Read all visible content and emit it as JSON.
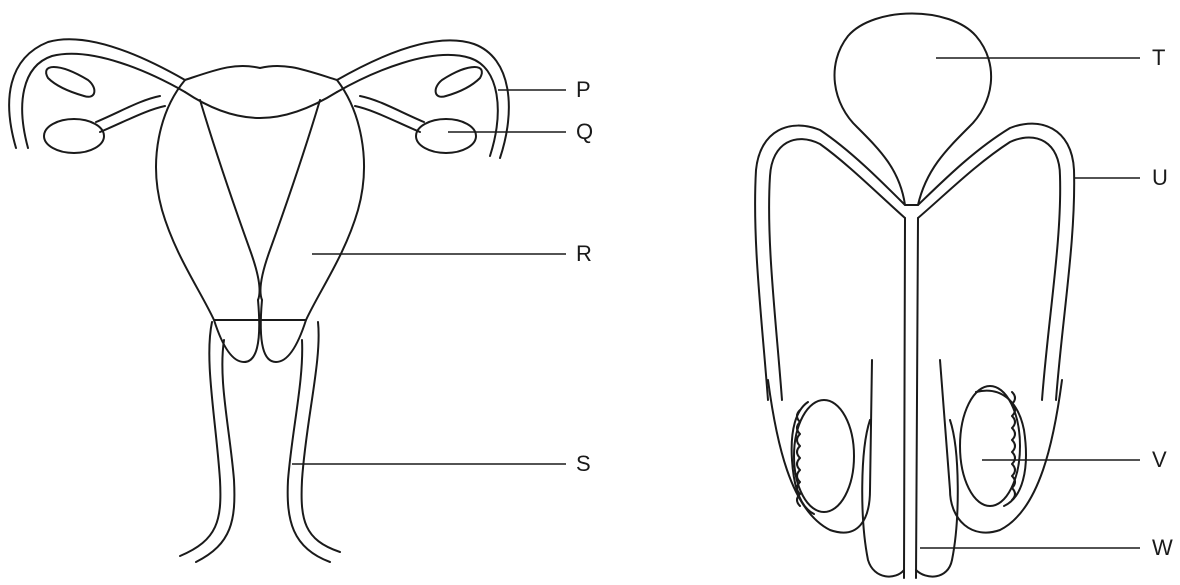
{
  "labels": {
    "female": {
      "p": "P",
      "q": "Q",
      "r": "R",
      "s": "S"
    },
    "male": {
      "t": "T",
      "u": "U",
      "v": "V",
      "w": "W"
    }
  },
  "colors": {
    "line": "#1a1a1a",
    "background": "#ffffff"
  }
}
